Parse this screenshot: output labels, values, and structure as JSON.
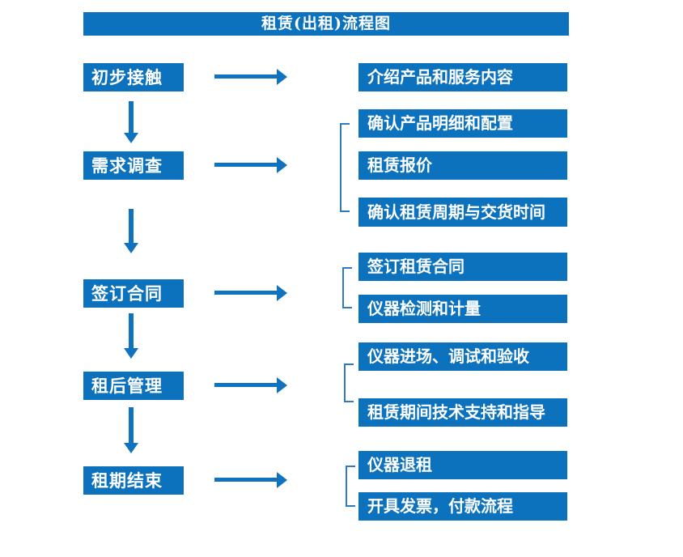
{
  "title": "租赁(出租)流程图",
  "colors": {
    "box_blue": "#0C72BE",
    "arrow_blue": "#1073C0",
    "bracket_blue": "#2E7BC4",
    "text_white": "#FFFFFF"
  },
  "flow": {
    "steps": [
      {
        "label": "初步接触",
        "details": [
          "介绍产品和服务内容"
        ]
      },
      {
        "label": "需求调查",
        "details": [
          "确认产品明细和配置",
          "租赁报价",
          "确认租赁周期与交货时间"
        ]
      },
      {
        "label": "签订合同",
        "details": [
          "签订租赁合同",
          "仪器检测和计量"
        ]
      },
      {
        "label": "租后管理",
        "details": [
          "仪器进场、调试和验收",
          "租赁期间技术支持和指导"
        ]
      },
      {
        "label": "租期结束",
        "details": [
          "仪器退租",
          "开具发票，付款流程"
        ]
      }
    ]
  }
}
